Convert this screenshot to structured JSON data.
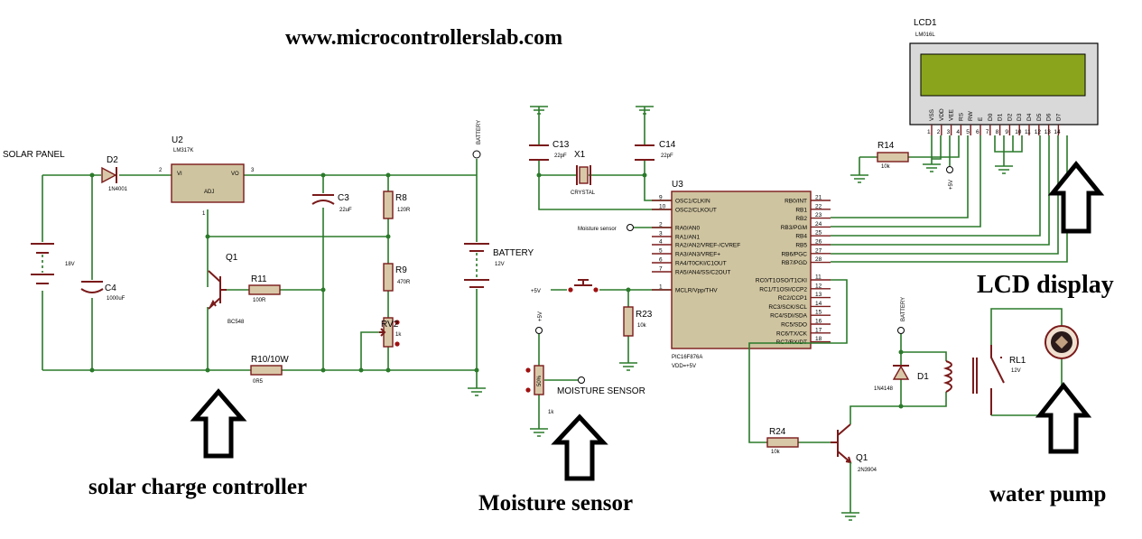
{
  "website": "www.microcontrollerslab.com",
  "captions": {
    "solar": "solar charge controller",
    "moisture": "Moisture sensor",
    "lcd": "LCD display",
    "pump": "water pump"
  },
  "components": {
    "solar_panel": {
      "name": "SOLAR PANEL",
      "value": "18V"
    },
    "d2": {
      "ref": "D2",
      "part": "1N4001"
    },
    "u2": {
      "ref": "U2",
      "part": "LM317K",
      "pin_vi": "VI",
      "pin_vo": "VO",
      "pin_adj": "ADJ",
      "pin2": "2",
      "pin3": "3",
      "pin1": "1"
    },
    "c4": {
      "ref": "C4",
      "value": "1000uF"
    },
    "c3": {
      "ref": "C3",
      "value": "22uF"
    },
    "r8": {
      "ref": "R8",
      "value": "120R"
    },
    "r9": {
      "ref": "R9",
      "value": "470R"
    },
    "rv2": {
      "ref": "RV2",
      "value": "1k"
    },
    "q1a": {
      "ref": "Q1",
      "part": "BC548"
    },
    "r11": {
      "ref": "R11",
      "value": "100R"
    },
    "r10": {
      "ref": "R10/10W",
      "value": "0R5"
    },
    "battery": {
      "label": "BATTERY",
      "ref": "BATTERY",
      "value": "12V"
    },
    "c13": {
      "ref": "C13",
      "value": "22pF"
    },
    "c14": {
      "ref": "C14",
      "value": "22pF"
    },
    "x1": {
      "ref": "X1",
      "part": "CRYSTAL"
    },
    "moisture_in": {
      "label": "Moisture sensor"
    },
    "plus5": "+5V",
    "r23": {
      "ref": "R23",
      "value": "10k"
    },
    "moisture_pot": {
      "label": "MOISTURE SENSOR",
      "value": "1k",
      "vcc": "+5V",
      "pct": "50%"
    },
    "u3": {
      "ref": "U3",
      "part": "PIC16F876A",
      "power": "VDD=+5V",
      "left_pins": [
        {
          "num": "9",
          "name": "OSC1/CLKIN"
        },
        {
          "num": "10",
          "name": "OSC2/CLKOUT"
        },
        {
          "num": "2",
          "name": "RA0/AN0"
        },
        {
          "num": "3",
          "name": "RA1/AN1"
        },
        {
          "num": "4",
          "name": "RA2/AN2/VREF-/CVREF"
        },
        {
          "num": "5",
          "name": "RA3/AN3/VREF+"
        },
        {
          "num": "6",
          "name": "RA4/T0CKI/C1OUT"
        },
        {
          "num": "7",
          "name": "RA5/AN4/SS/C2OUT"
        },
        {
          "num": "1",
          "name": "MCLR/Vpp/THV"
        }
      ],
      "right_pins": [
        {
          "num": "21",
          "name": "RB0/INT"
        },
        {
          "num": "22",
          "name": "RB1"
        },
        {
          "num": "23",
          "name": "RB2"
        },
        {
          "num": "24",
          "name": "RB3/PGM"
        },
        {
          "num": "25",
          "name": "RB4"
        },
        {
          "num": "26",
          "name": "RB5"
        },
        {
          "num": "27",
          "name": "RB6/PGC"
        },
        {
          "num": "28",
          "name": "RB7/PGD"
        },
        {
          "num": "11",
          "name": "RC0/T1OSO/T1CKI"
        },
        {
          "num": "12",
          "name": "RC1/T1OSI/CCP2"
        },
        {
          "num": "13",
          "name": "RC2/CCP1"
        },
        {
          "num": "14",
          "name": "RC3/SCK/SCL"
        },
        {
          "num": "15",
          "name": "RC4/SDI/SDA"
        },
        {
          "num": "16",
          "name": "RC5/SDO"
        },
        {
          "num": "17",
          "name": "RC6/TX/CK"
        },
        {
          "num": "18",
          "name": "RC7/RX/DT"
        }
      ]
    },
    "lcd1": {
      "ref": "LCD1",
      "part": "LM016L",
      "pins": [
        {
          "num": "1",
          "name": "VSS"
        },
        {
          "num": "2",
          "name": "VDD"
        },
        {
          "num": "3",
          "name": "VEE"
        },
        {
          "num": "4",
          "name": "RS"
        },
        {
          "num": "5",
          "name": "RW"
        },
        {
          "num": "6",
          "name": "E"
        },
        {
          "num": "7",
          "name": "D0"
        },
        {
          "num": "8",
          "name": "D1"
        },
        {
          "num": "9",
          "name": "D2"
        },
        {
          "num": "10",
          "name": "D3"
        },
        {
          "num": "11",
          "name": "D4"
        },
        {
          "num": "12",
          "name": "D5"
        },
        {
          "num": "13",
          "name": "D6"
        },
        {
          "num": "14",
          "name": "D7"
        }
      ]
    },
    "r14": {
      "ref": "R14",
      "value": "10k"
    },
    "r24": {
      "ref": "R24",
      "value": "10k"
    },
    "q1b": {
      "ref": "Q1",
      "part": "2N3904"
    },
    "d1": {
      "ref": "D1",
      "part": "1N4148"
    },
    "rl1": {
      "ref": "RL1",
      "value": "12V"
    },
    "battery2": {
      "label": "BATTERY"
    }
  }
}
